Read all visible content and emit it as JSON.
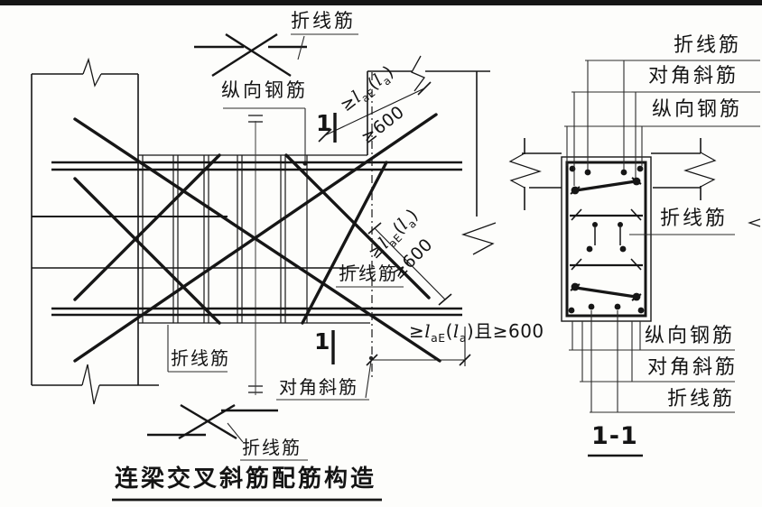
{
  "title": "连梁交叉斜筋配筋构造",
  "front_view": {
    "fold_bar_top": "折线筋",
    "longitudinal_bar": "纵向钢筋",
    "fold_bar_mid": "折线筋",
    "fold_bar_bottom_left": "折线筋",
    "diagonal_bar": "对角斜筋",
    "fold_bar_symbol_bottom": "折线筋",
    "section_mark_top": "1",
    "section_mark_bottom": "1"
  },
  "dims": {
    "geq": "≥",
    "l": "l",
    "sub_aE": "aE",
    "open": "(",
    "sub_a": "a",
    "close": ")",
    "d600": "≥600",
    "and_d600": "且≥600"
  },
  "section_view": {
    "labels_top": [
      "折线筋",
      "对角斜筋",
      "纵向钢筋"
    ],
    "label_mid": "折线筋",
    "labels_bottom": [
      "纵向钢筋",
      "对角斜筋",
      "折线筋"
    ],
    "name": "1-1"
  },
  "colors": {
    "ink": "#161616",
    "paper": "#fdfdfb"
  }
}
